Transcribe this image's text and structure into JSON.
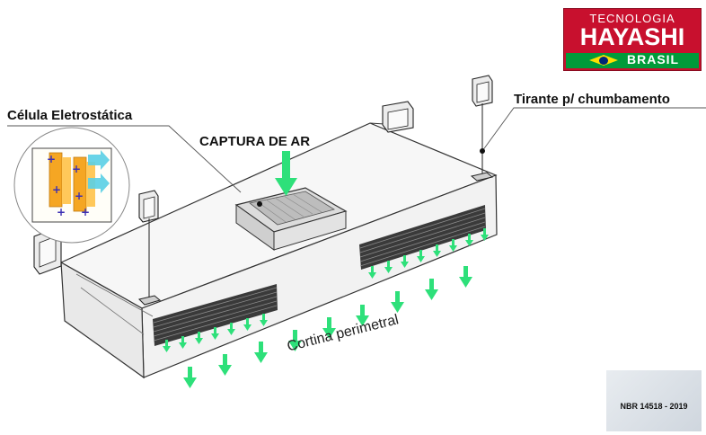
{
  "labels": {
    "cell": "Célula Eletrostática",
    "air_capture": "CAPTURA DE AR",
    "rod": "Tirante p/ chumbamento",
    "curtain": "Cortina perimetral"
  },
  "logo": {
    "top": "TECNOLOGIA",
    "middle": "HAYASHI",
    "bottom": "BRASIL"
  },
  "badge": {
    "text": "NBR 14518 - 2019"
  },
  "colors": {
    "arrow": "#2ee07a",
    "brand_red": "#c8102e",
    "flag_green": "#009b3a",
    "flag_yellow": "#fedf00",
    "cell_orange": "#f5a623",
    "cell_purple": "#3b2fb4",
    "cell_cyan": "#5ad0e6"
  }
}
